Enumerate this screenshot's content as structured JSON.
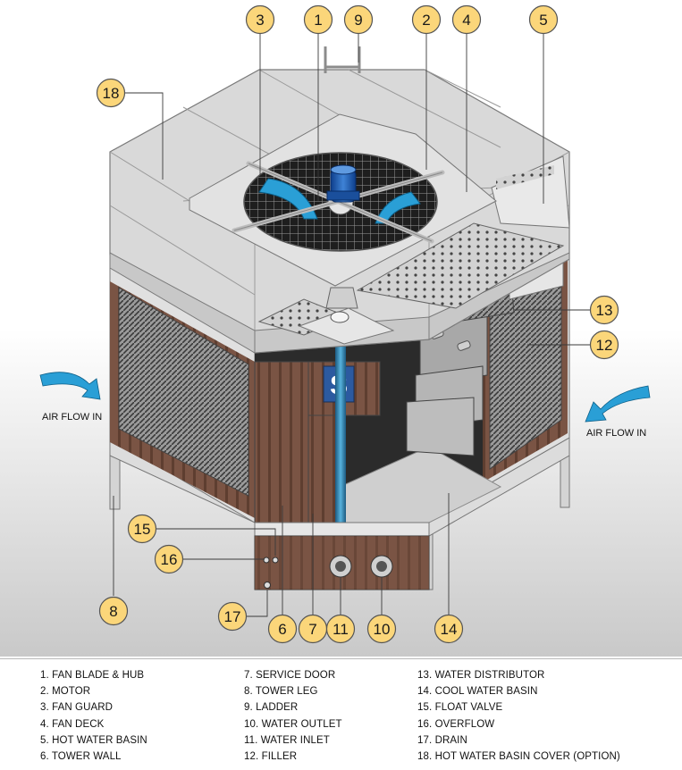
{
  "airflow": {
    "left_label": "AIR FLOW IN",
    "right_label": "AIR FLOW IN"
  },
  "brand": {
    "logo_letter": "S"
  },
  "colors": {
    "callout_fill": "#fbd67a",
    "callout_stroke": "#555555",
    "metal": "#d9d9d9",
    "metal_dark": "#b4b4b4",
    "wood": "#7a5444",
    "filler": "#8c8c8c",
    "arrow_blue": "#2a9fd6",
    "logo_blue": "#2c5aa0"
  },
  "callouts": [
    "1",
    "2",
    "3",
    "4",
    "5",
    "6",
    "7",
    "8",
    "9",
    "10",
    "11",
    "12",
    "13",
    "14",
    "15",
    "16",
    "17",
    "18"
  ],
  "legend": {
    "col1": [
      "1. FAN BLADE & HUB",
      "2. MOTOR",
      "3. FAN GUARD",
      "4. FAN DECK",
      "5. HOT WATER BASIN",
      "6. TOWER WALL"
    ],
    "col2": [
      "7.  SERVICE DOOR",
      "8.  TOWER LEG",
      "9.  LADDER",
      "10.  WATER OUTLET",
      "11.  WATER INLET",
      "12.  FILLER"
    ],
    "col3": [
      "13. WATER DISTRIBUTOR",
      "14. COOL WATER BASIN",
      "15. FLOAT VALVE",
      "16. OVERFLOW",
      "17. DRAIN",
      "18. HOT WATER BASIN COVER (OPTION)"
    ]
  }
}
